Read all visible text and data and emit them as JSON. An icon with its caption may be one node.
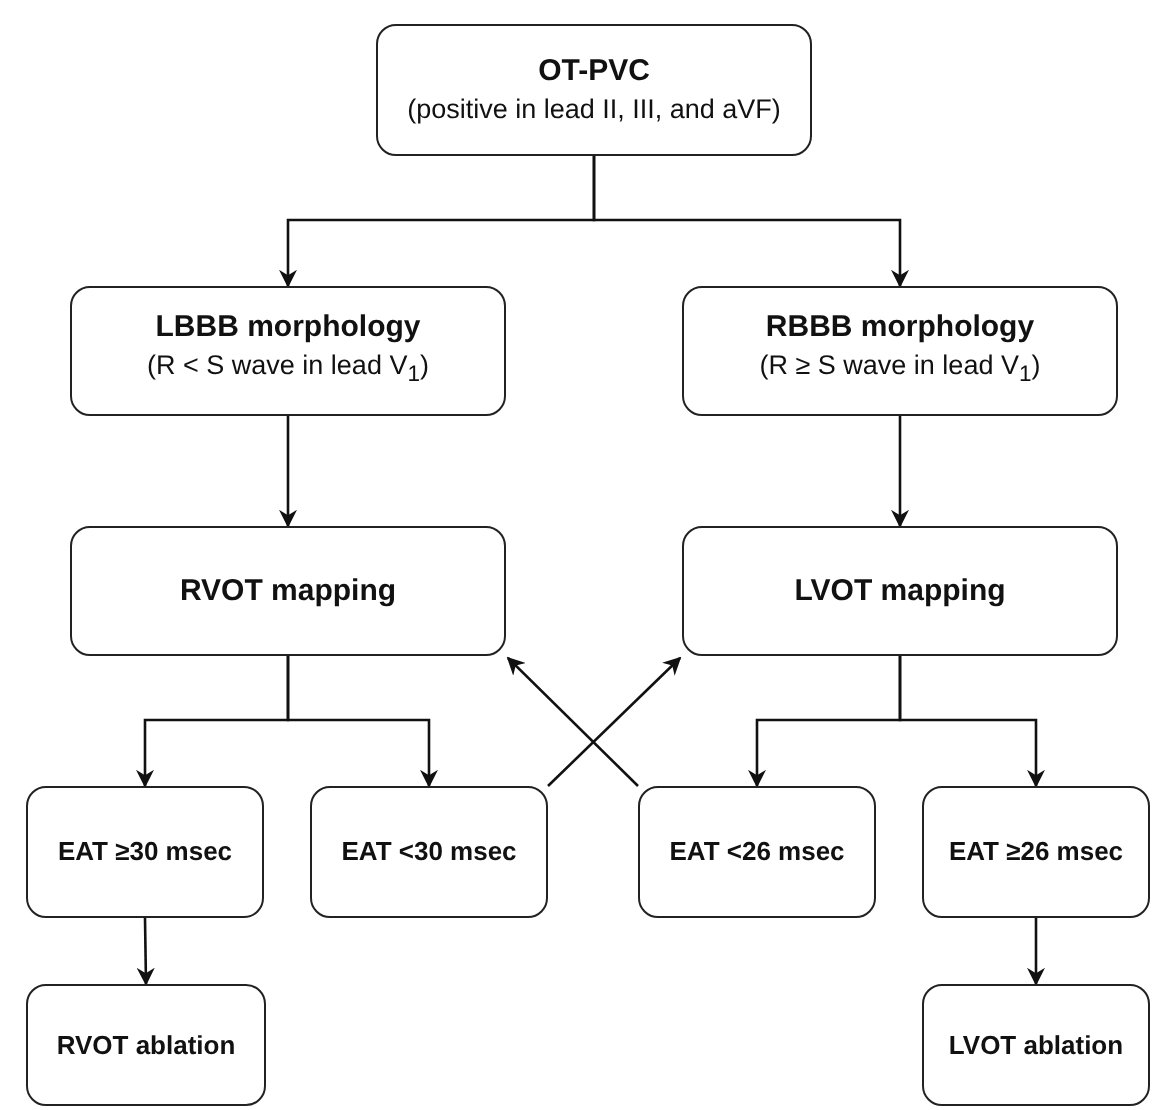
{
  "diagram": {
    "nodes": [
      {
        "text": [
          "OT-PVC",
          "(positive in lead II, III, and aVF)"
        ]
      },
      {
        "text": [
          "LBBB morphology",
          "(R < S wave in lead V$_{1}$)"
        ]
      },
      {
        "text": [
          "RBBB morphology",
          "(R ≥ S wave in lead V$_{1}$)"
        ]
      },
      {
        "text": [
          "RVOT mapping"
        ]
      },
      {
        "text": [
          "LVOT mapping"
        ]
      },
      {
        "text": [
          "EAT ≥30 msec"
        ]
      },
      {
        "text": [
          "EAT <30 msec"
        ]
      },
      {
        "text": [
          "EAT <26 msec"
        ]
      },
      {
        "text": [
          "EAT ≥26 msec"
        ]
      },
      {
        "text": [
          "RVOT ablation"
        ]
      },
      {
        "text": [
          "LVOT ablation"
        ]
      }
    ],
    "edges": [
      {
        "from": 0,
        "to": 1,
        "arrow": "to"
      },
      {
        "from": 0,
        "to": 2,
        "arrow": "to"
      },
      {
        "from": 1,
        "to": 3,
        "arrow": "to"
      },
      {
        "from": 2,
        "to": 4,
        "arrow": "to"
      },
      {
        "from": 3,
        "to": 5,
        "arrow": "to"
      },
      {
        "from": 3,
        "to": 6,
        "arrow": "to"
      },
      {
        "from": 4,
        "to": 7,
        "arrow": "to"
      },
      {
        "from": 4,
        "to": 8,
        "arrow": "to"
      },
      {
        "from": 6,
        "to": 4,
        "arrow": "to"
      },
      {
        "from": 7,
        "to": 3,
        "arrow": "to"
      },
      {
        "from": 5,
        "to": 9,
        "arrow": "to"
      },
      {
        "from": 8,
        "to": 10,
        "arrow": "to"
      }
    ]
  }
}
